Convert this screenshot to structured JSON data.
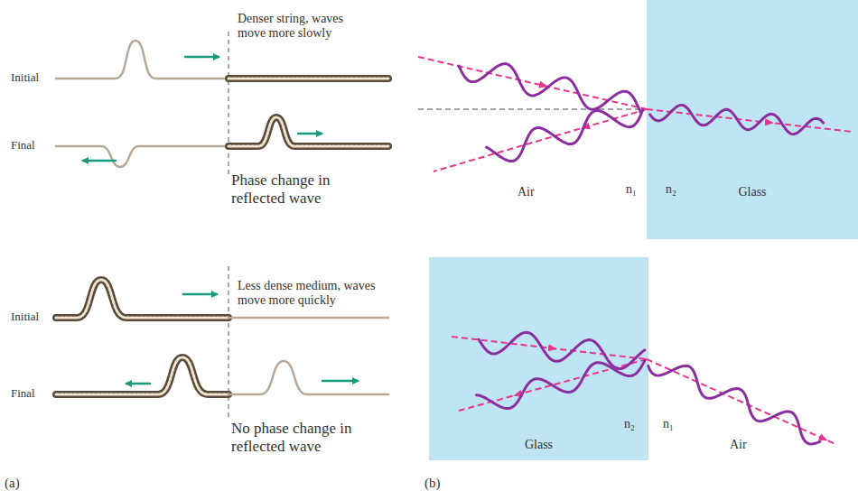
{
  "diagram": {
    "nodes": [
      {
        "text": [
          "Glass"
        ]
      },
      {
        "text": [
          "Glass"
        ]
      }
    ],
    "labels": [
      "Initial",
      "Denser string, waves move more slowly",
      "Final",
      "Phase change in reflected wave",
      "Initial",
      "Less dense medium, waves move more quickly",
      "Final",
      "No phase change in reflected wave",
      "(a)",
      "(b)",
      "Air",
      "n₁",
      "n₂",
      "n₂",
      "n₁",
      "Air"
    ]
  }
}
